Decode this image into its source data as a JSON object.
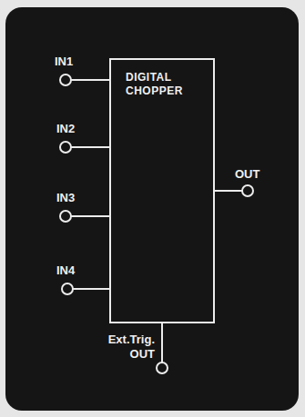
{
  "diagram": {
    "nodes": [
      {
        "text": [
          "DIGITAL CHOPPER"
        ]
      }
    ],
    "labels": [
      "IN1",
      "IN2",
      "IN3",
      "IN4",
      "OUT",
      "Ext.Trig. OUT"
    ]
  }
}
